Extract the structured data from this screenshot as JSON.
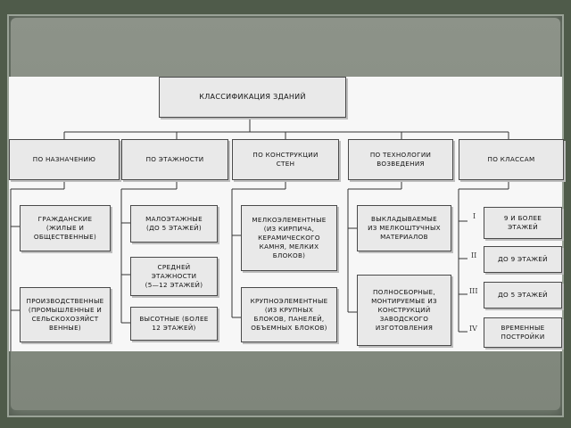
{
  "diagram": {
    "title": "КЛАССИФИКАЦИЯ ЗДАНИЙ",
    "categories": [
      "ПО НАЗНАЧЕНИЮ",
      "ПО ЭТАЖНОСТИ",
      "ПО КОНСТРУКЦИИ\nСТЕН",
      "ПО ТЕХНОЛОГИИ\nВОЗВЕДЕНИЯ",
      "ПО КЛАССАМ"
    ],
    "purpose": [
      "ГРАЖДАНСКИЕ\n(ЖИЛЫЕ И\nОБЩЕСТВЕННЫЕ)",
      "ПРОИЗВОДСТВЕННЫЕ\n(ПРОМЫШЛЕННЫЕ И\nСЕЛЬСКОХОЗЯЙСТ\nВЕННЫЕ)"
    ],
    "floors": [
      "МАЛОЭТАЖНЫЕ\n(ДО 5 ЭТАЖЕЙ)",
      "СРЕДНЕЙ\nЭТАЖНОСТИ\n(5—12 ЭТАЖЕЙ)",
      "ВЫСОТНЫЕ (БОЛЕЕ\n12 ЭТАЖЕЙ)"
    ],
    "walls": [
      "МЕЛКОЭЛЕМЕНТНЫЕ\n(ИЗ КИРПИЧА,\nКЕРАМИЧЕСКОГО\nКАМНЯ, МЕЛКИХ\nБЛОКОВ)",
      "КРУПНОЭЛЕМЕНТНЫЕ\n(ИЗ КРУПНЫХ\nБЛОКОВ, ПАНЕЛЕЙ,\nОБЪЕМНЫХ БЛОКОВ)"
    ],
    "technology": [
      "ВЫКЛАДЫВАЕМЫЕ\nИЗ МЕЛКОШТУЧНЫХ\nМАТЕРИАЛОВ",
      "ПОЛНОСБОРНЫЕ,\nМОНТИРУЕМЫЕ ИЗ\nКОНСТРУКЦИЙ\nЗАВОДСКОГО\nИЗГОТОВЛЕНИЯ"
    ],
    "classes": [
      {
        "num": "I",
        "label": "9 И БОЛЕЕ\nЭТАЖЕЙ"
      },
      {
        "num": "II",
        "label": "ДО 9 ЭТАЖЕЙ"
      },
      {
        "num": "III",
        "label": "ДО 5 ЭТАЖЕЙ"
      },
      {
        "num": "IV",
        "label": "ВРЕМЕННЫЕ\nПОСТРОЙКИ"
      }
    ]
  }
}
